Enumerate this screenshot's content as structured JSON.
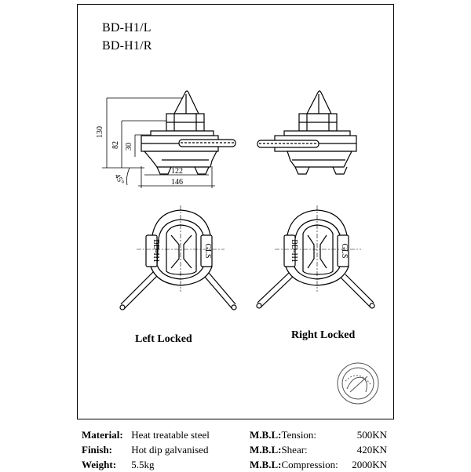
{
  "title": {
    "code_left": "BD-H1/L",
    "code_right": "BD-H1/R"
  },
  "dimensions": {
    "height_total": "130",
    "height_mid": "82",
    "height_low": "30",
    "width_inner": "122",
    "width_outer": "146",
    "angle": "45°"
  },
  "plate_marks": {
    "left": "BD-H1",
    "right": "GLS"
  },
  "captions": {
    "left_locked": "Left Locked",
    "right_locked": "Right Locked"
  },
  "specs": {
    "material_label": "Material:",
    "material_value": "Heat treatable steel",
    "finish_label": "Finish:",
    "finish_value": "Hot dip galvanised",
    "weight_label": "Weight:",
    "weight_value": "5.5kg",
    "mbl_1": "M.B.L:",
    "tension_label": "Tension:",
    "tension_value": "500KN",
    "mbl_2": "M.B.L:",
    "shear_label": "Shear:",
    "shear_value": "420KN",
    "mbl_3": "M.B.L:",
    "compression_label": "Compression:",
    "compression_value": "2000KN"
  },
  "colors": {
    "line": "#000000",
    "paper": "#ffffff"
  }
}
